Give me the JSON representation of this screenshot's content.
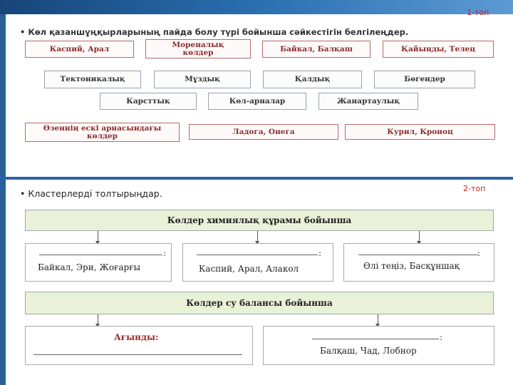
{
  "group1": {
    "label": "1-топ",
    "instruction": "• Көл қазаншұңқырларының пайда болу түрі бойынша сәйкестігін белгілеңдер.",
    "answers_row1": [
      "Каспий, Арал",
      "Мореналық\nкөлдер",
      "Байкал, Балқаш",
      "Қайыңды, Телец"
    ],
    "types_row1": [
      "Тектоникалық",
      "Мұздық",
      "Қалдық",
      "Бөгендер"
    ],
    "types_row2": [
      "Карсттық",
      "Көл-арналар",
      "Жанартаулық"
    ],
    "answers_row2": [
      "Өзеннің ескі арнасындағы\nкөлдер",
      "Ладога, Онега",
      "Курил, Кроноц"
    ]
  },
  "group2": {
    "label": "2-топ",
    "instruction": "• Кластерлерді толтырыңдар.",
    "header1": "Көлдер химиялық құрамы бойынша",
    "boxes1": [
      "Байкал, Эри, Жоғарғы",
      "Каспий, Арал, Алакол",
      "Өлі теңіз, Басқұншақ"
    ],
    "header2": "Көлдер су балансы бойынша",
    "box2_left": "Ағынды:",
    "box2_right": "Балқаш, Чад, Лобнор",
    "colon": ":"
  }
}
